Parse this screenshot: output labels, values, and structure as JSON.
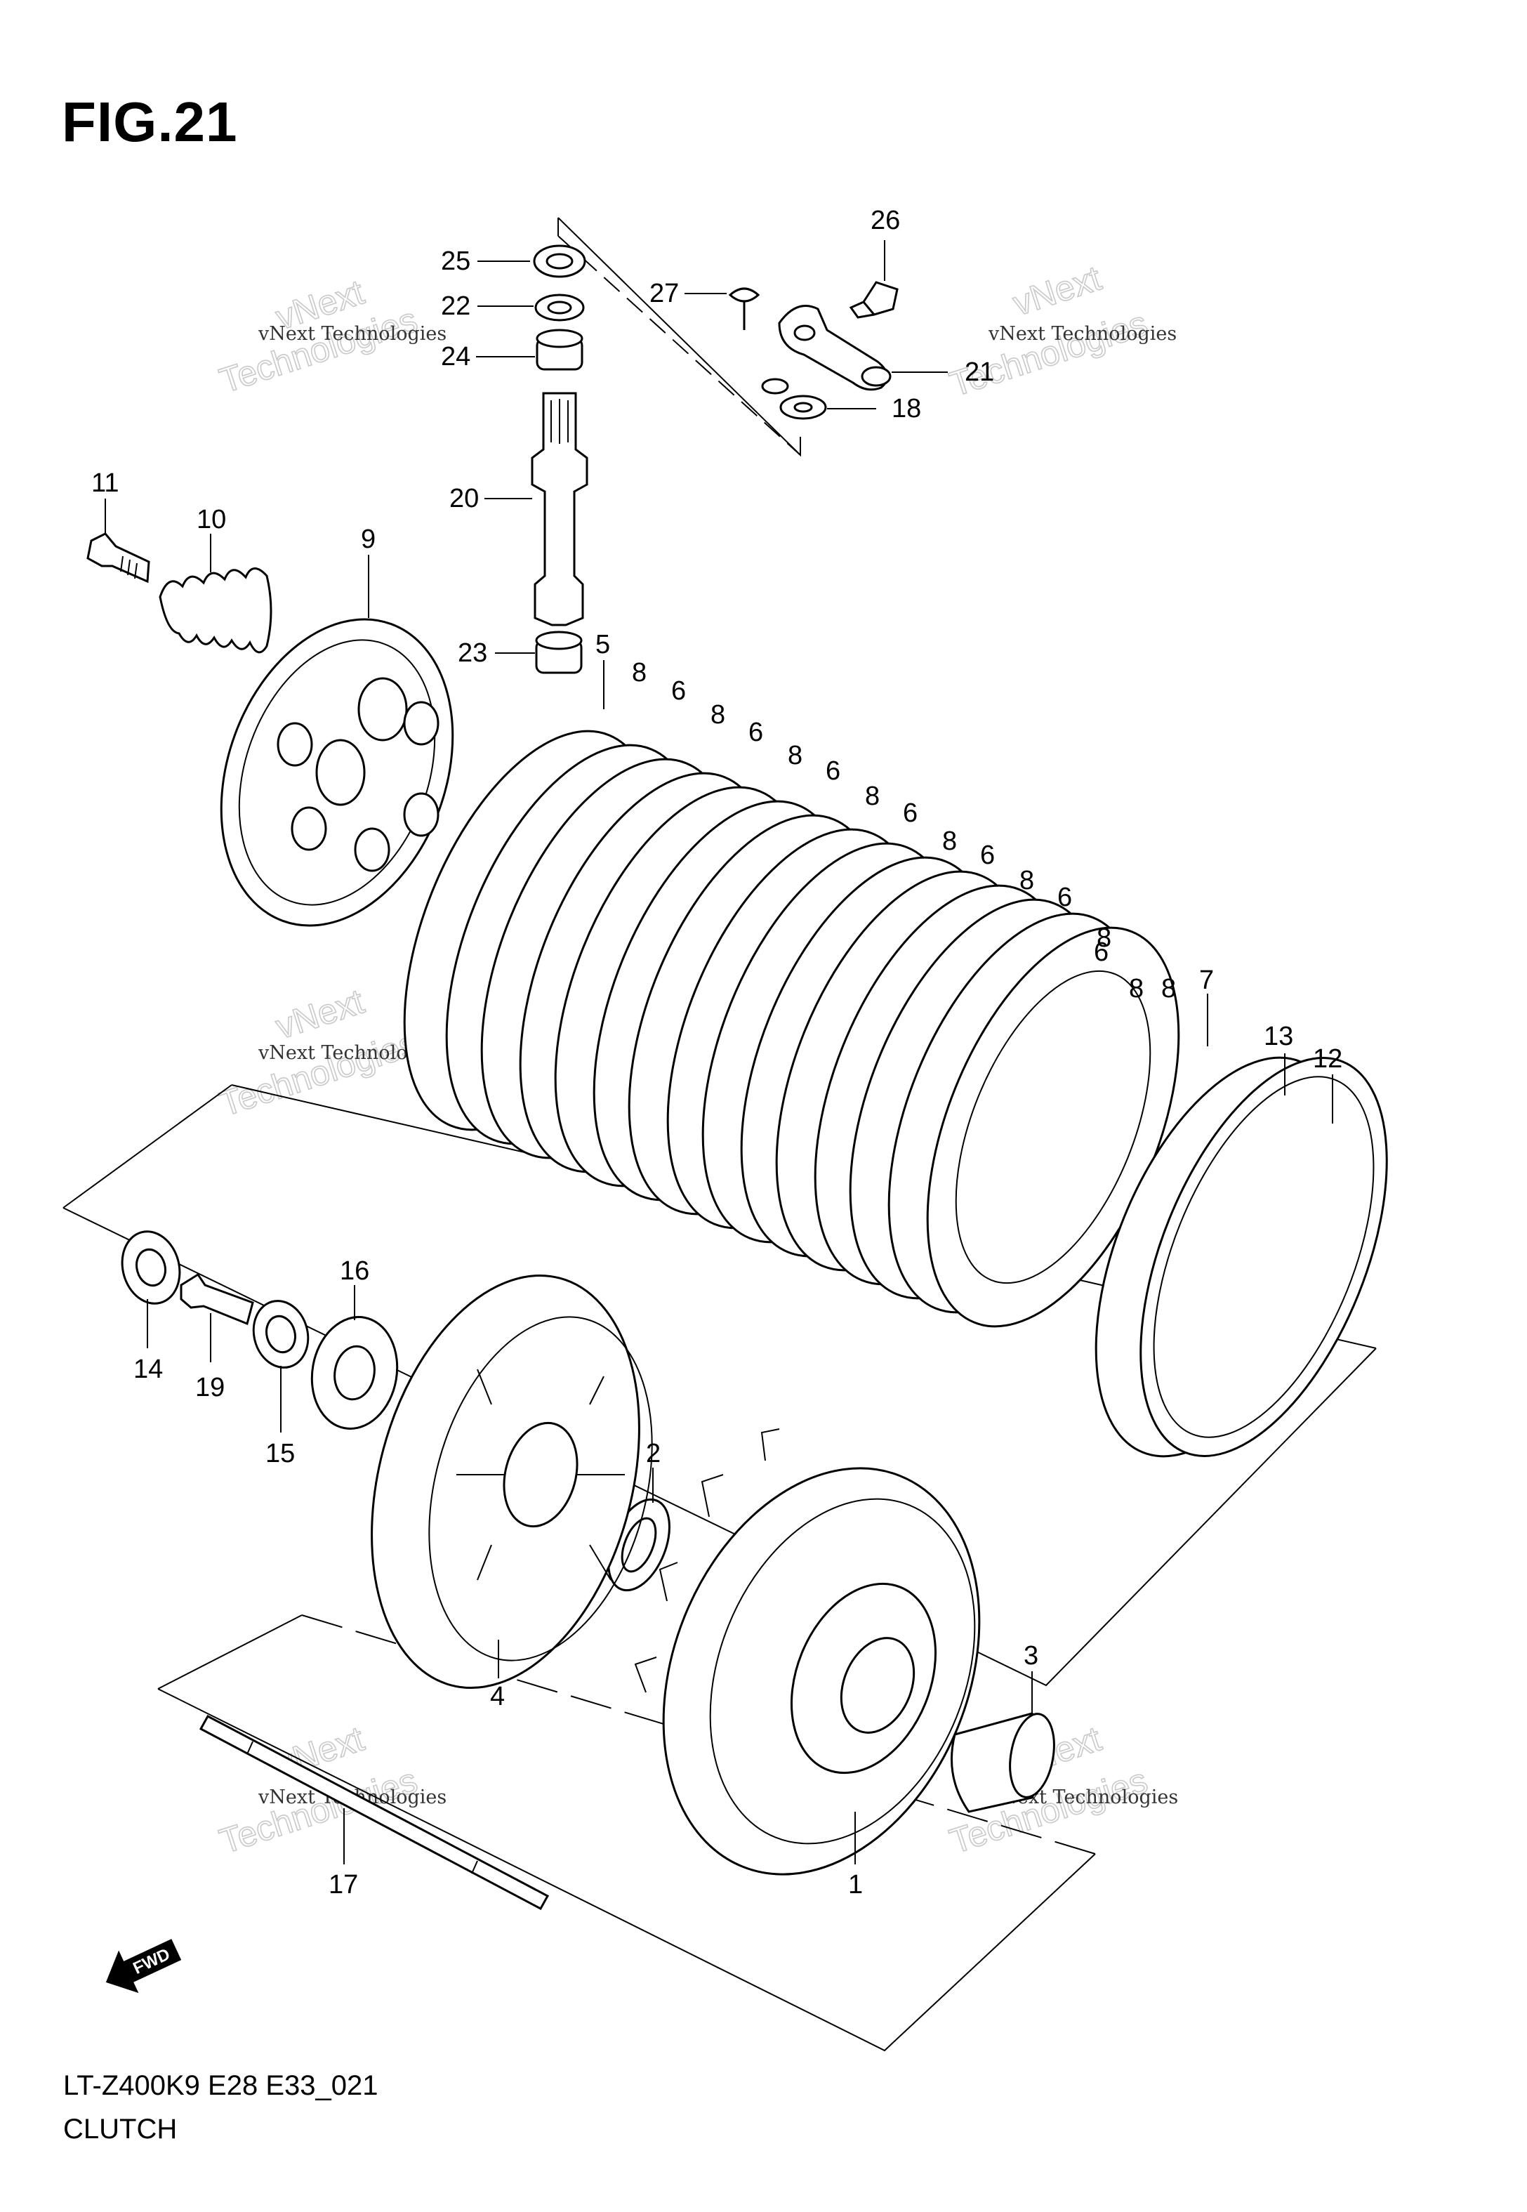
{
  "figure": {
    "title": "FIG.21",
    "model_code": "LT-Z400K9 E28 E33_021",
    "section_name": "CLUTCH"
  },
  "watermark": {
    "company_line": "vNext Technologies",
    "big_word_1": "vNext",
    "big_word_2": "Technologies"
  },
  "direction_marker": {
    "label": "FWD",
    "icon": "fwd-arrow-icon"
  },
  "callouts": [
    "25",
    "22",
    "24",
    "20",
    "23",
    "26",
    "27",
    "21",
    "18",
    "11",
    "10",
    "9",
    "5",
    "8",
    "6",
    "8",
    "6",
    "8",
    "6",
    "8",
    "6",
    "8",
    "6",
    "8",
    "6",
    "8",
    "7",
    "13",
    "12",
    "16",
    "14",
    "19",
    "15",
    "2",
    "4",
    "3",
    "1",
    "17"
  ]
}
